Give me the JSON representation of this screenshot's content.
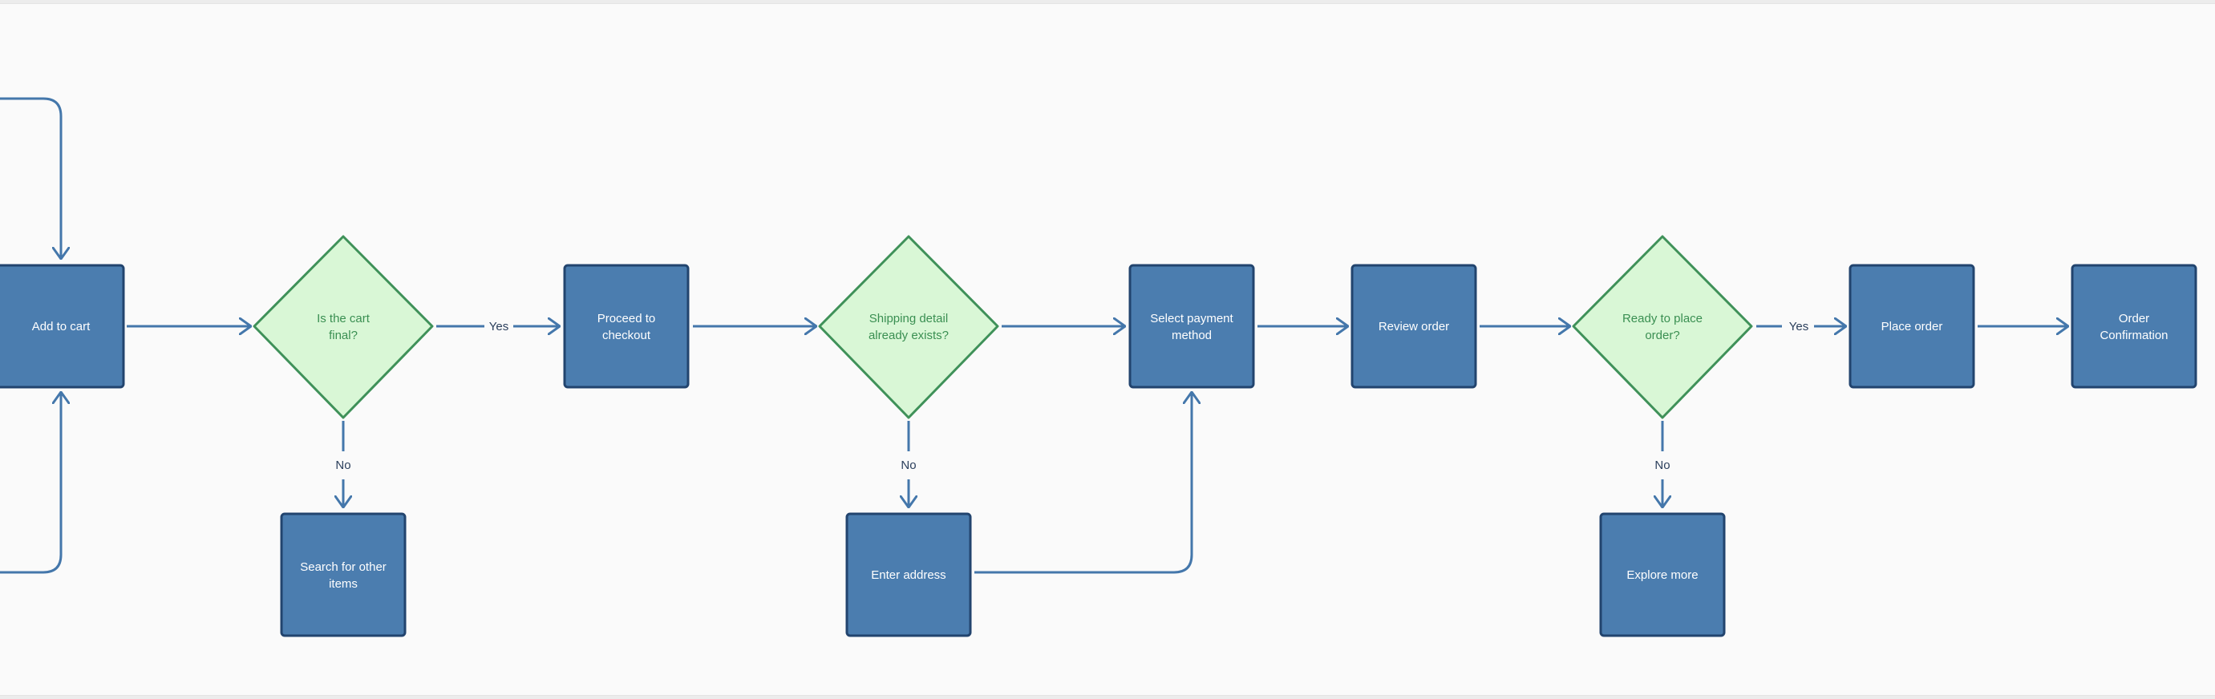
{
  "colors": {
    "process_fill": "#4b7daf",
    "process_stroke": "#22446e",
    "decision_fill": "#d9f7d6",
    "decision_stroke": "#3f9159",
    "decision_text": "#3a8f52",
    "connector": "#4477ab",
    "edge_label": "#2b3f5c"
  },
  "nodes": {
    "add_to_cart": {
      "lines": [
        "Add to cart"
      ]
    },
    "is_cart_final": {
      "lines": [
        "Is the cart",
        "final?"
      ]
    },
    "search_other_items": {
      "lines": [
        "Search for other",
        "items"
      ]
    },
    "proceed_checkout": {
      "lines": [
        "Proceed to",
        "checkout"
      ]
    },
    "shipping_exists": {
      "lines": [
        "Shipping detail",
        "already exists?"
      ]
    },
    "enter_address": {
      "lines": [
        "Enter address"
      ]
    },
    "select_payment": {
      "lines": [
        "Select payment",
        "method"
      ]
    },
    "review_order": {
      "lines": [
        "Review order"
      ]
    },
    "ready_to_place": {
      "lines": [
        "Ready to place",
        "order?"
      ]
    },
    "explore_more": {
      "lines": [
        "Explore more"
      ]
    },
    "place_order": {
      "lines": [
        "Place order"
      ]
    },
    "order_confirmation": {
      "lines": [
        "Order",
        "Confirmation"
      ]
    }
  },
  "edge_labels": {
    "cart_final_yes": "Yes",
    "cart_final_no": "No",
    "shipping_no": "No",
    "ready_yes": "Yes",
    "ready_no": "No"
  }
}
